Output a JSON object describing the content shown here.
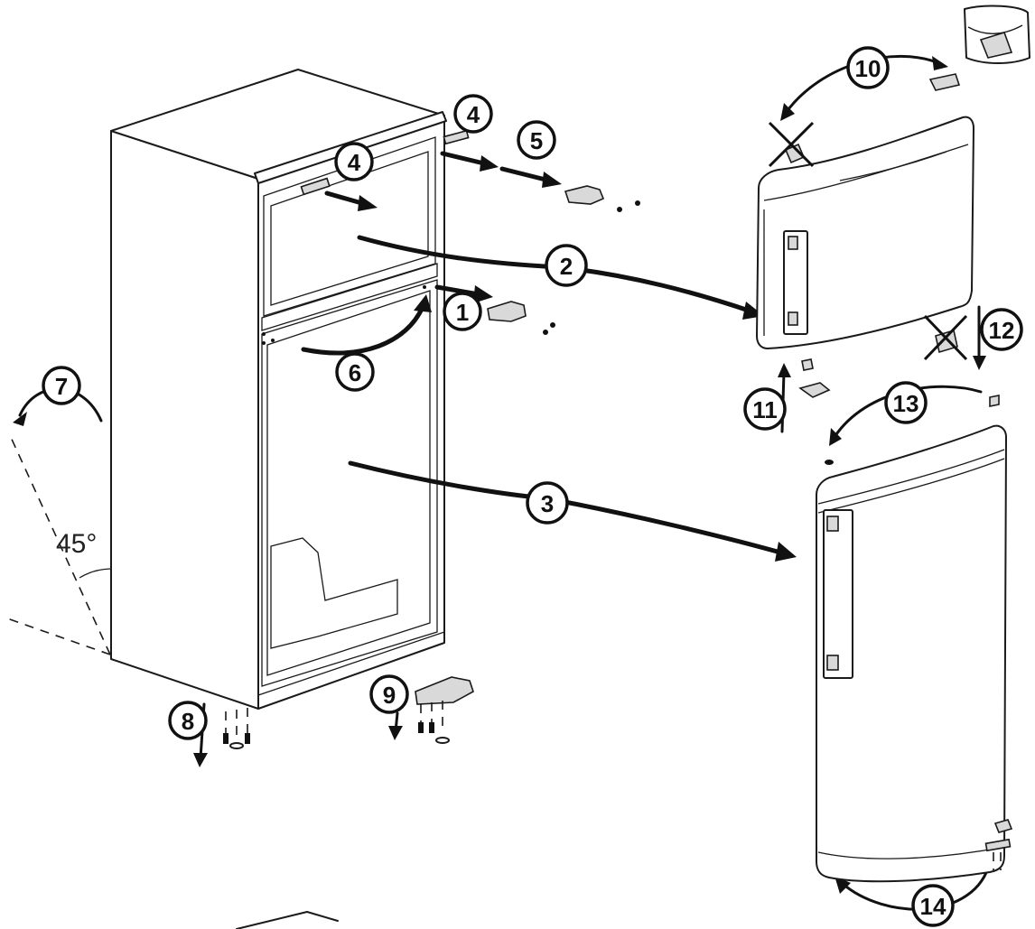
{
  "callouts": [
    {
      "id": "1",
      "label": "1"
    },
    {
      "id": "2",
      "label": "2"
    },
    {
      "id": "3",
      "label": "3"
    },
    {
      "id": "4a",
      "label": "4"
    },
    {
      "id": "4b",
      "label": "4"
    },
    {
      "id": "5",
      "label": "5"
    },
    {
      "id": "6",
      "label": "6"
    },
    {
      "id": "7",
      "label": "7"
    },
    {
      "id": "8",
      "label": "8"
    },
    {
      "id": "9",
      "label": "9"
    },
    {
      "id": "10",
      "label": "10"
    },
    {
      "id": "11",
      "label": "11"
    },
    {
      "id": "12",
      "label": "12"
    },
    {
      "id": "13",
      "label": "13"
    },
    {
      "id": "14",
      "label": "14"
    }
  ],
  "tilt_angle_label": "45°",
  "colors": {
    "line": "#1a1a1a",
    "background": "#ffffff"
  }
}
